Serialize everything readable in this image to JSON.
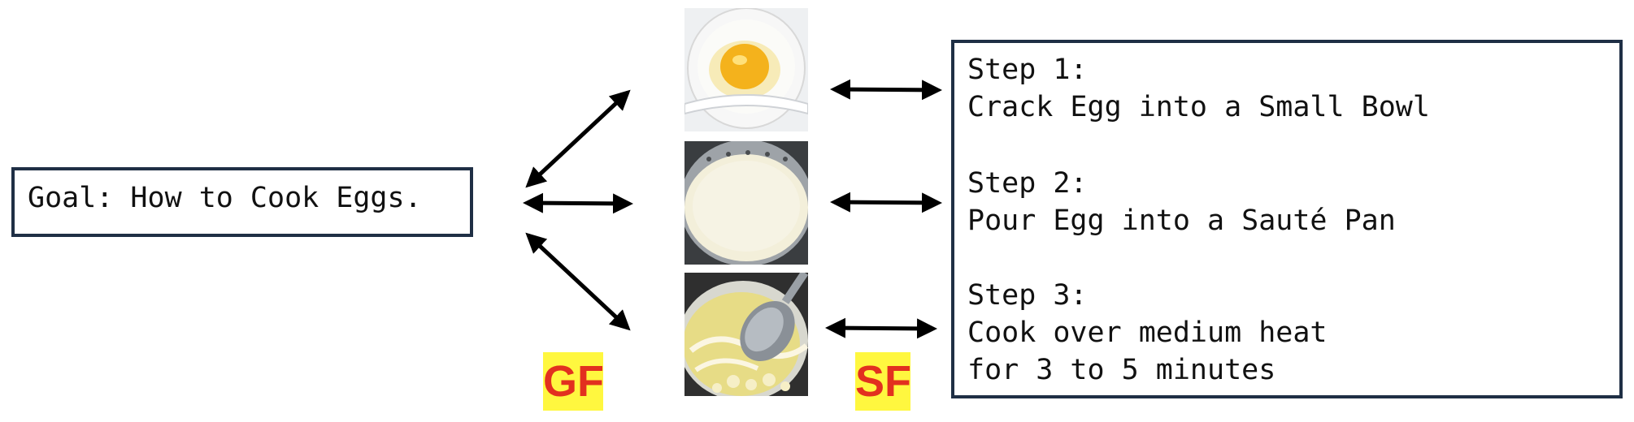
{
  "goal": {
    "text": "Goal: How to Cook Eggs."
  },
  "steps": [
    {
      "label": "Step 1:",
      "text": [
        "Crack Egg into a Small Bowl"
      ]
    },
    {
      "label": "Step 2:",
      "text": [
        "Pour Egg into a Sauté Pan"
      ]
    },
    {
      "label": "Step 3:",
      "text": [
        "Cook over medium heat",
        "for 3 to 5 minutes"
      ]
    }
  ],
  "tags": {
    "gf": "GF",
    "sf": "SF"
  },
  "images": [
    {
      "name": "egg-in-bowl-image"
    },
    {
      "name": "egg-in-pan-image"
    },
    {
      "name": "egg-cooking-spoon-image"
    }
  ],
  "colors": {
    "box_border": "#1f2f45",
    "tag_bg": "#fff73f",
    "tag_text": "#e2301f",
    "arrow": "#000000"
  }
}
